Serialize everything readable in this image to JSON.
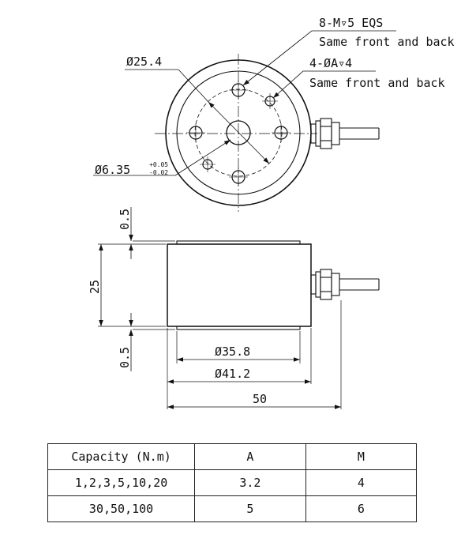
{
  "top_view": {
    "callout_thread": "8-M▿5 EQS",
    "callout_thread_note": "Same front and back",
    "callout_hole": "4-ØA▿4",
    "callout_hole_note": "Same front and back",
    "dim_pcd": "Ø25.4",
    "dim_bore": "Ø6.35",
    "dim_bore_tol_upper": "+0.05",
    "dim_bore_tol_lower": "-0.02"
  },
  "side_view": {
    "dim_top_step": "0.5",
    "dim_height": "25",
    "dim_bottom_step": "0.5",
    "dim_inner": "Ø35.8",
    "dim_outer": "Ø41.2",
    "dim_overall": "50"
  },
  "table": {
    "headers": [
      "Capacity (N.m)",
      "A",
      "M"
    ],
    "rows": [
      [
        "1,2,3,5,10,20",
        "3.2",
        "4"
      ],
      [
        "30,50,100",
        "5",
        "6"
      ]
    ]
  }
}
